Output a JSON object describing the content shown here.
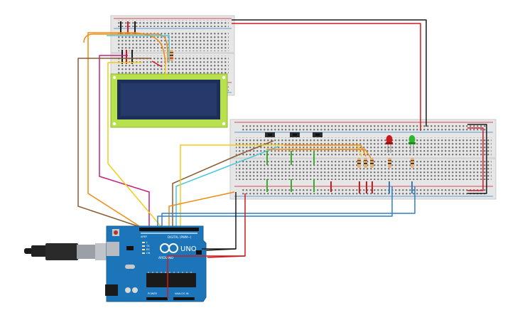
{
  "board": {
    "brand": "ARDUINO",
    "model": "UNO",
    "header_digital": "DIGITAL (PWM~)",
    "header_power": "POWER",
    "header_analog": "ANALOG IN",
    "led_on": "ON",
    "led_tx": "TX",
    "led_rx": "RX",
    "led_l": "L",
    "pin_aref": "AREF"
  },
  "colors": {
    "wire_black": "#1a1a1a",
    "wire_red": "#d0191f",
    "wire_orange": "#f08a14",
    "wire_cyan": "#4fc6d8",
    "wire_magenta": "#c2217d",
    "wire_brown": "#8c5a33",
    "wire_yellow": "#f3cc18",
    "wire_green": "#3daa2e",
    "wire_blue": "#2f7fc5",
    "arduino_blue": "#1c75b8",
    "lcd_green": "#b8e24d",
    "lcd_screen": "#253a6b"
  }
}
